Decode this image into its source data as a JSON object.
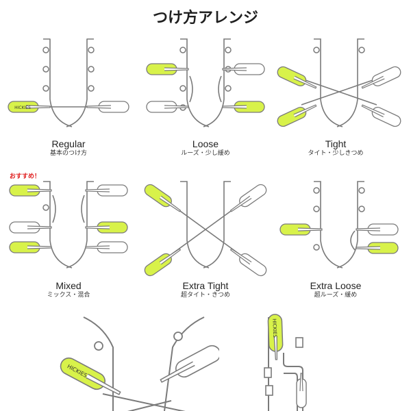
{
  "title": "つけ方アレンジ",
  "recommended_badge": "おすすめ！",
  "brand_mark": "HICKIES",
  "colors": {
    "accent_lime": "#d8f24a",
    "line": "#7a7a7a",
    "recommend_red": "#e02020"
  },
  "arrangements": [
    {
      "name": "Regular",
      "subtitle": "基本のつけ方"
    },
    {
      "name": "Loose",
      "subtitle": "ルーズ・少し緩め"
    },
    {
      "name": "Tight",
      "subtitle": "タイト・少しきつめ"
    },
    {
      "name": "Mixed",
      "subtitle": "ミックス・混合"
    },
    {
      "name": "Extra Tight",
      "subtitle": "超タイト・きつめ"
    },
    {
      "name": "Extra Loose",
      "subtitle": "超ルーズ・緩め"
    }
  ]
}
